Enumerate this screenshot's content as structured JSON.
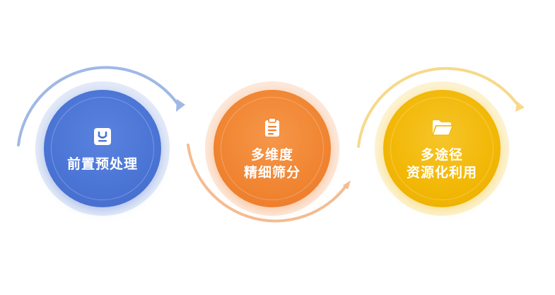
{
  "steps": [
    {
      "label_lines": [
        "前置预处理"
      ],
      "icon": "shopping-bag-icon",
      "color": "#4a74d4",
      "halo": "#dfe7f8",
      "arc_color": "#9fb8e6"
    },
    {
      "label_lines": [
        "多维度",
        "精细筛分"
      ],
      "icon": "clipboard-icon",
      "color": "#f08431",
      "halo": "#fde7d7",
      "arc_color": "#f5bc90"
    },
    {
      "label_lines": [
        "多途径",
        "资源化利用"
      ],
      "icon": "folder-icon",
      "color": "#f2b705",
      "halo": "#fdf2cc",
      "arc_color": "#f6d98a"
    }
  ]
}
